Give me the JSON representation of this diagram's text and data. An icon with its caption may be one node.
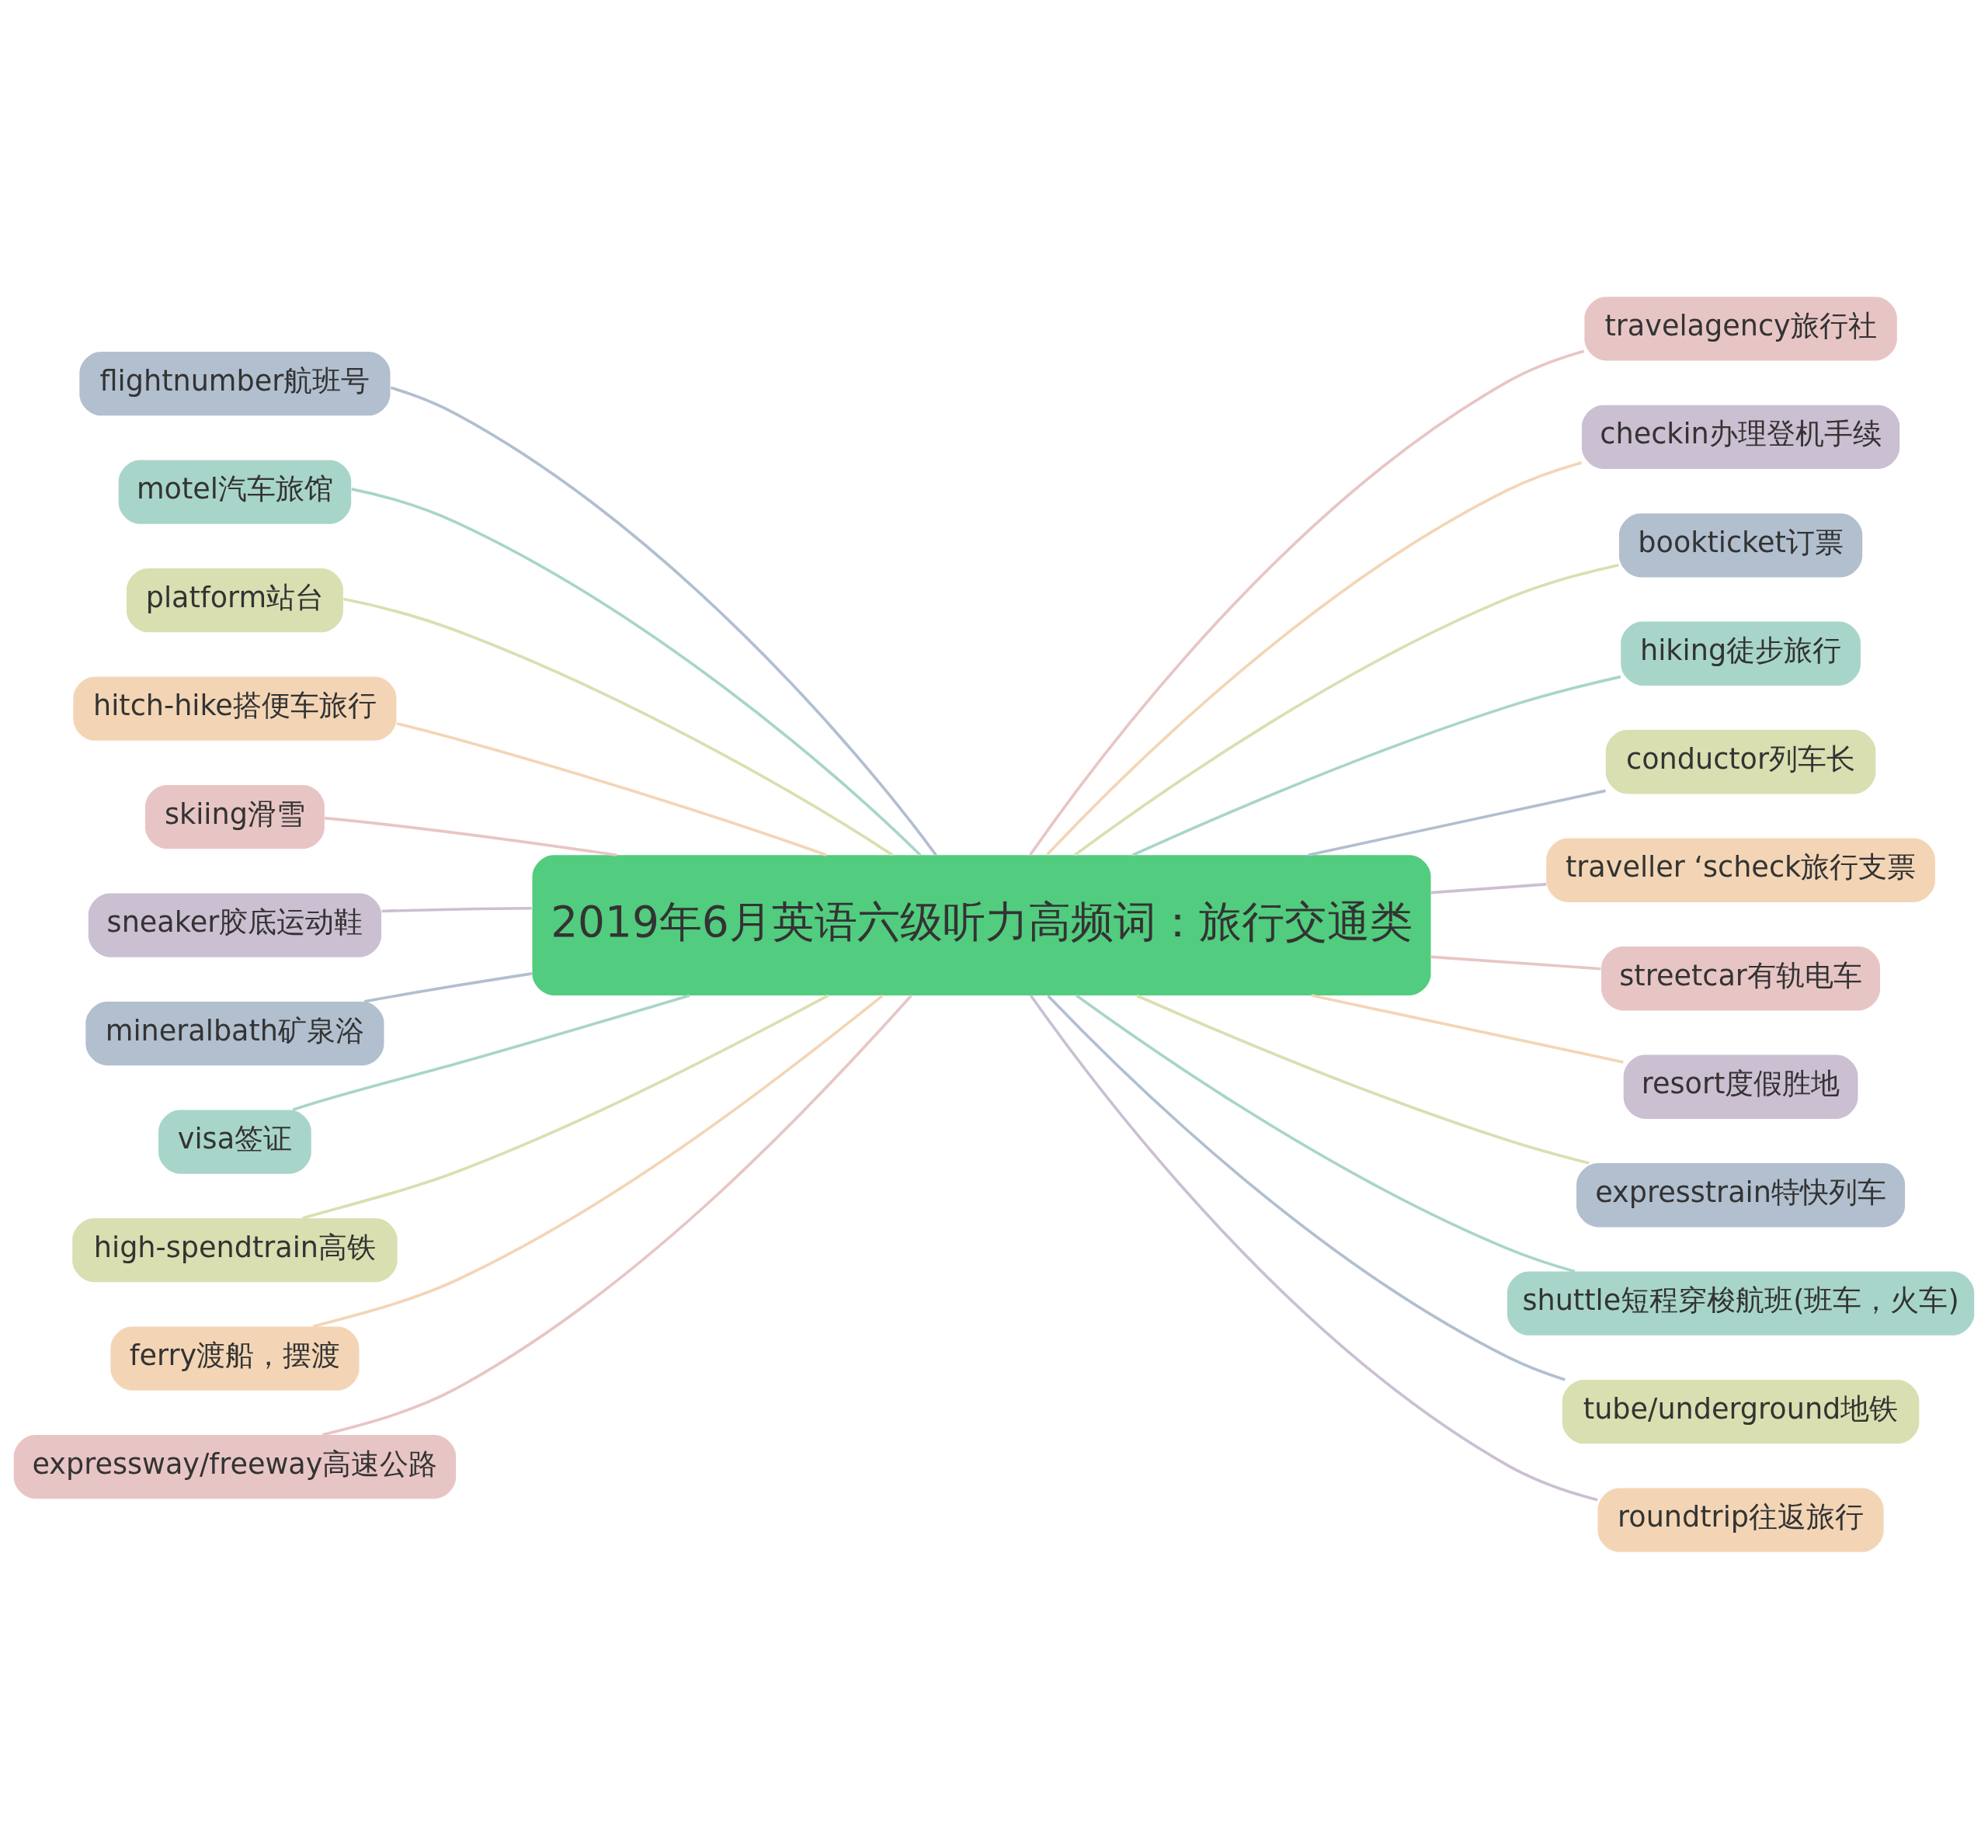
{
  "diagram": {
    "nodes": [
      {
        "text": [
          "2019年6月英语六级听力高频词：旅行交通类"
        ]
      },
      {
        "text": [
          "flightnumber航班号"
        ]
      },
      {
        "text": [
          "motel汽车旅馆"
        ]
      },
      {
        "text": [
          "platform站台"
        ]
      },
      {
        "text": [
          "hitch-hike搭便车旅行"
        ]
      },
      {
        "text": [
          "skiing滑雪"
        ]
      },
      {
        "text": [
          "sneaker胶底运动鞋"
        ]
      },
      {
        "text": [
          "mineralbath矿泉浴"
        ]
      },
      {
        "text": [
          "visa签证"
        ]
      },
      {
        "text": [
          "high-spendtrain高铁"
        ]
      },
      {
        "text": [
          "ferry渡船，摆渡"
        ]
      },
      {
        "text": [
          "expressway/freeway高速公路"
        ]
      },
      {
        "text": [
          "travelagency旅行社"
        ]
      },
      {
        "text": [
          "checkin办理登机手续"
        ]
      },
      {
        "text": [
          "bookticket订票"
        ]
      },
      {
        "text": [
          "hiking徒步旅行"
        ]
      },
      {
        "text": [
          "conductor列车长"
        ]
      },
      {
        "text": [
          "traveller ‘scheck旅行支票"
        ]
      },
      {
        "text": [
          "streetcar有轨电车"
        ]
      },
      {
        "text": [
          "resort度假胜地"
        ]
      },
      {
        "text": [
          "expresstrain特快列车"
        ]
      },
      {
        "text": [
          "shuttle短程穿梭航班(班车，火车)"
        ]
      },
      {
        "text": [
          "tube/underground地铁"
        ]
      },
      {
        "text": [
          "roundtrip往返旅行"
        ]
      }
    ],
    "edges": [
      {
        "from": 0,
        "to": 1,
        "arrow": "none",
        "color": "#b1bfcf"
      },
      {
        "from": 0,
        "to": 2,
        "arrow": "none",
        "color": "#a8d5c9"
      },
      {
        "from": 0,
        "to": 3,
        "arrow": "none",
        "color": "#d9dfb0"
      },
      {
        "from": 0,
        "to": 4,
        "arrow": "none",
        "color": "#f3d5b5"
      },
      {
        "from": 0,
        "to": 5,
        "arrow": "none",
        "color": "#e8c5c5"
      },
      {
        "from": 0,
        "to": 6,
        "arrow": "none",
        "color": "#cbbfd2"
      },
      {
        "from": 0,
        "to": 7,
        "arrow": "none",
        "color": "#b1bfcf"
      },
      {
        "from": 0,
        "to": 8,
        "arrow": "none",
        "color": "#a8d5c9"
      },
      {
        "from": 0,
        "to": 9,
        "arrow": "none",
        "color": "#d9dfb0"
      },
      {
        "from": 0,
        "to": 10,
        "arrow": "none",
        "color": "#f3d5b5"
      },
      {
        "from": 0,
        "to": 11,
        "arrow": "none",
        "color": "#e8c5c5"
      },
      {
        "from": 0,
        "to": 12,
        "arrow": "none",
        "color": "#e8c5c5"
      },
      {
        "from": 0,
        "to": 13,
        "arrow": "none",
        "color": "#f3d5b5"
      },
      {
        "from": 0,
        "to": 14,
        "arrow": "none",
        "color": "#d9dfb0"
      },
      {
        "from": 0,
        "to": 15,
        "arrow": "none",
        "color": "#a8d5c9"
      },
      {
        "from": 0,
        "to": 16,
        "arrow": "none",
        "color": "#b1bfcf"
      },
      {
        "from": 0,
        "to": 17,
        "arrow": "none",
        "color": "#cbbfd2"
      },
      {
        "from": 0,
        "to": 18,
        "arrow": "none",
        "color": "#e8c5c5"
      },
      {
        "from": 0,
        "to": 19,
        "arrow": "none",
        "color": "#f3d5b5"
      },
      {
        "from": 0,
        "to": 20,
        "arrow": "none",
        "color": "#d9dfb0"
      },
      {
        "from": 0,
        "to": 21,
        "arrow": "none",
        "color": "#a8d5c9"
      },
      {
        "from": 0,
        "to": 22,
        "arrow": "none",
        "color": "#b1bfcf"
      },
      {
        "from": 0,
        "to": 23,
        "arrow": "none",
        "color": "#cbbfd2"
      }
    ]
  }
}
